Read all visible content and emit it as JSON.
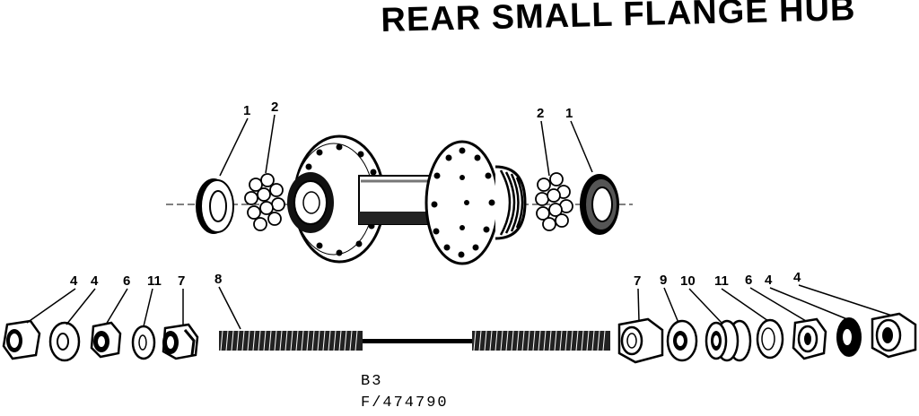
{
  "title": "REAR SMALL FLANGE HUB",
  "upper_labels": [
    "1",
    "2",
    "2",
    "1"
  ],
  "lower_labels": [
    "4",
    "4",
    "6",
    "11",
    "7",
    "8",
    "7",
    "9",
    "10",
    "11",
    "6",
    "4",
    "4"
  ],
  "ref_code": "B3",
  "part_number": "F/474790"
}
